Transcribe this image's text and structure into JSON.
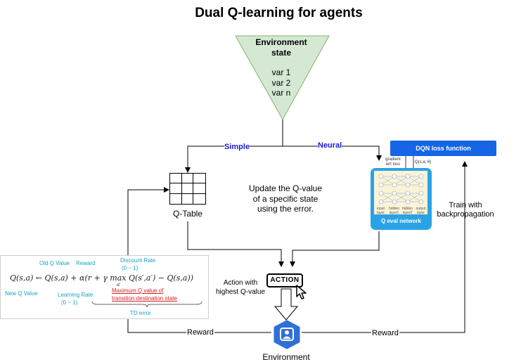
{
  "title": "Dual Q-learning for agents",
  "environment_state": {
    "heading_line1": "Environment",
    "heading_line2": "state",
    "vars": [
      "var 1",
      "var 2",
      "var n"
    ]
  },
  "branches": {
    "simple": "Simple",
    "neural": "Neural"
  },
  "qtable_label": "Q-Table",
  "update_text": {
    "line1": "Update the Q-value",
    "line2": "of a specific state",
    "line3": "using the error."
  },
  "dqn": {
    "loss_label": "DQN loss function",
    "gradient_line1": "gradient",
    "gradient_line2": "wrt loss",
    "q_theta": "Q(s,a; θ)",
    "network_label": "Q eval network",
    "layers": [
      "input layer",
      "hidden layer1",
      "hidden layer2",
      "output layer"
    ]
  },
  "train_text": {
    "line1": "Train with",
    "line2": "backpropagation"
  },
  "action": {
    "button": "ACTION",
    "caption_line1": "Action with",
    "caption_line2": "highest Q-value"
  },
  "reward_left": "Reward",
  "reward_right": "Reward",
  "environment_label": "Environment",
  "formula": {
    "lhs": "Q(s,a) ← Q(s,a) + α(r + γ max Q(s′,a′) − Q(s,a))",
    "sub": "a′",
    "old_q": "Old Q Value",
    "reward": "Reward",
    "discount_line1": "Discount Rate",
    "discount_line2": "(0 ~ 1)",
    "new_q": "New Q Value",
    "learning_line1": "Learning Rate",
    "learning_line2": "(0 ~ 1)",
    "maxq_line1": "Maximum Q value of",
    "maxq_line2": "transition destination state",
    "td_error": "TD error"
  },
  "colors": {
    "triangle_fill": "#d5e8d4",
    "triangle_stroke": "#82b366",
    "dqn_blue": "#1565e6",
    "network_blue": "#2aa3e6",
    "env_icon": "#2f6fd6"
  },
  "icons": [
    "cursor-arrow-icon",
    "person-hexagon-icon"
  ]
}
